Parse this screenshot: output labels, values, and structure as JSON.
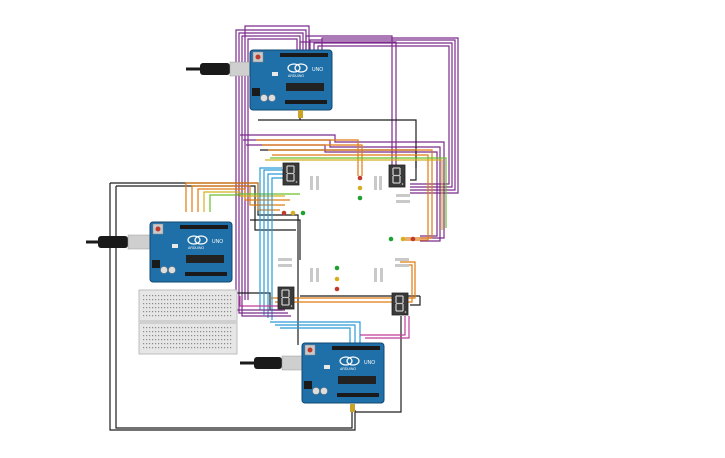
{
  "canvas": {
    "background": "#ffffff",
    "wire_colors": [
      "#7b2a8c",
      "#1f1f1f",
      "#e07a10",
      "#2a9bd8",
      "#6abf2a",
      "#c23c9a",
      "#d4b020"
    ]
  },
  "boards": [
    {
      "id": "uno-top",
      "model": "UNO",
      "brand": "ARDUINO"
    },
    {
      "id": "uno-left",
      "model": "UNO",
      "brand": "ARDUINO"
    },
    {
      "id": "uno-bottom",
      "model": "UNO",
      "brand": "ARDUINO"
    }
  ],
  "breadboard": {
    "type": "half"
  },
  "displays": [
    {
      "id": "seg-top-left",
      "digit": "8"
    },
    {
      "id": "seg-top-right",
      "digit": "8"
    },
    {
      "id": "seg-bottom-left",
      "digit": "8"
    },
    {
      "id": "seg-bottom-right",
      "digit": "8"
    }
  ],
  "traffic_lights": [
    {
      "id": "tl-top",
      "colors": [
        "#1fa02f",
        "#d4b020",
        "#c0392b"
      ]
    },
    {
      "id": "tl-right",
      "colors": [
        "#1fa02f",
        "#d4b020",
        "#c0392b"
      ]
    },
    {
      "id": "tl-left",
      "colors": [
        "#1fa02f",
        "#d4b020",
        "#c0392b"
      ]
    },
    {
      "id": "tl-bottom",
      "colors": [
        "#1fa02f",
        "#d4b020",
        "#c0392b"
      ]
    }
  ]
}
